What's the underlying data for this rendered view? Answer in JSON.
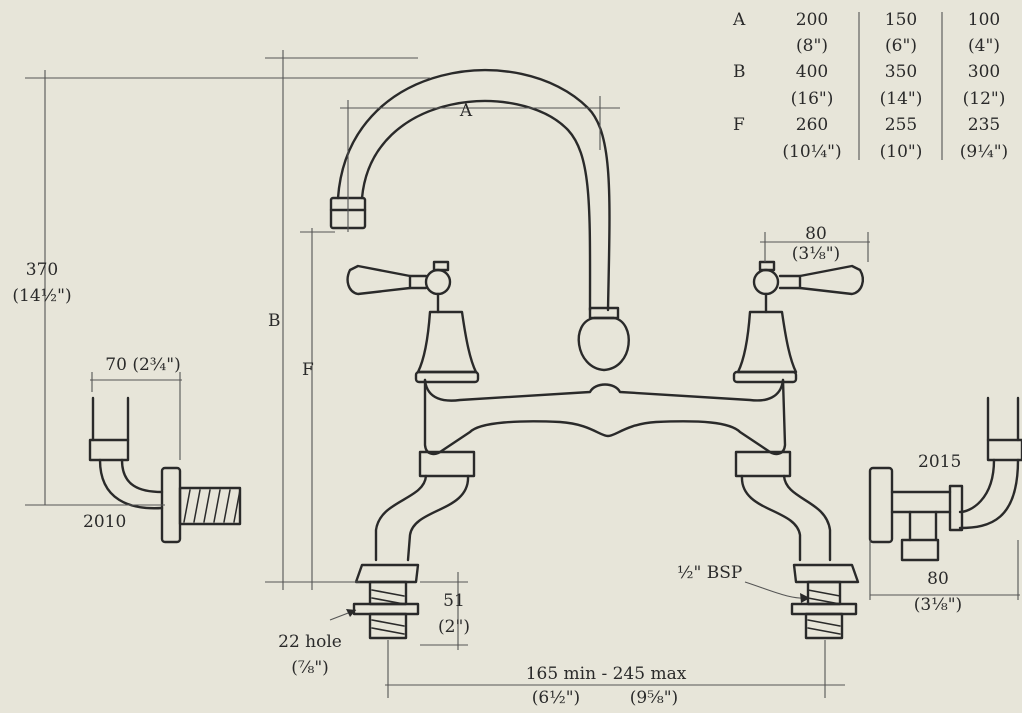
{
  "table": {
    "rows": [
      {
        "key": "A",
        "vals": [
          "200",
          "150",
          "100"
        ],
        "sub": [
          "(8\")",
          "(6\")",
          "(4\")"
        ]
      },
      {
        "key": "B",
        "vals": [
          "400",
          "350",
          "300"
        ],
        "sub": [
          "(16\")",
          "(14\")",
          "(12\")"
        ]
      },
      {
        "key": "F",
        "vals": [
          "260",
          "255",
          "235"
        ],
        "sub": [
          "(10¼\")",
          "(10\")",
          "(9¼\")"
        ]
      }
    ]
  },
  "labels": {
    "a": "A",
    "b": "B",
    "f": "F",
    "h370": "370",
    "h370_in": "(14½\")",
    "w70": "70 (2¾\")",
    "part2010": "2010",
    "part2015": "2015",
    "lever80": "80",
    "lever80_in": "(3⅛\")",
    "side80": "80",
    "side80_in": "(3⅛\")",
    "bsp": "½\" BSP",
    "h51": "51",
    "h51_in": "(2\")",
    "hole": "22 hole",
    "hole_in": "(⅞\")",
    "spread": "165 min - 245 max",
    "spread_min": "(6½\")",
    "spread_max": "(9⅝\")"
  },
  "colors": {
    "background": "#e7e5d9",
    "ink": "#2a2a2a",
    "thin": "#555555"
  }
}
